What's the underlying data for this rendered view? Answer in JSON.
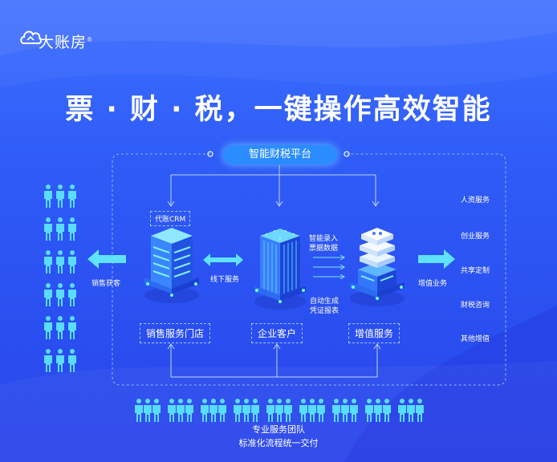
{
  "brand": {
    "name": "大账房",
    "mark": "®"
  },
  "headline": "票 · 财 · 税，一键操作高效智能",
  "platform": "智能财税平台",
  "nodes": {
    "crm": "代账CRM",
    "store": "销售服务门店",
    "client": "企业客户",
    "value": "增值服务"
  },
  "flows": {
    "acquire": "销售获客",
    "offline": "线下服务",
    "smart_entry_1": "智能录入",
    "smart_entry_2": "票据数据",
    "auto_gen_1": "自动生成",
    "auto_gen_2": "凭证报表",
    "value_biz": "增值业务"
  },
  "services": [
    "人资服务",
    "创业服务",
    "共享定制",
    "财税咨询",
    "其他增值"
  ],
  "team": {
    "line1": "专业服务团队",
    "line2": "标准化流程统一交付"
  },
  "icons": [
    "cloud-logo-icon",
    "people-icon",
    "server-icon",
    "building-icon",
    "stack-icon",
    "arrow-icon"
  ],
  "colors": {
    "background": "#3060f8",
    "accent_cyan": "#5fe3ff",
    "platform_pill": "#2a8cff"
  }
}
